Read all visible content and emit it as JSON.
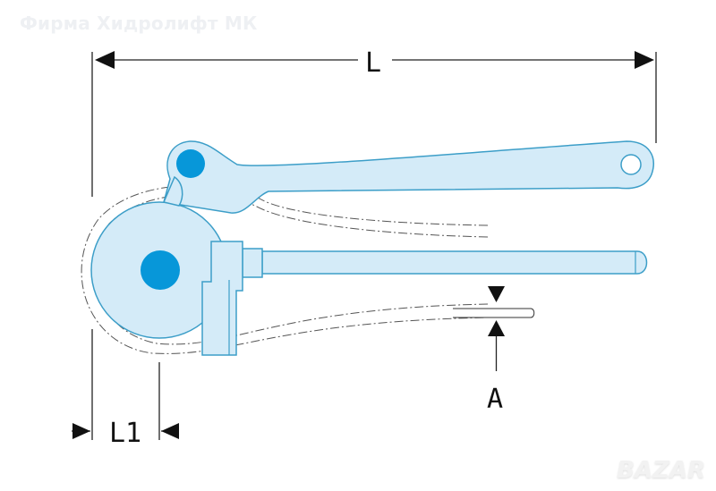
{
  "watermark": "Фирма Хидролифт МК",
  "logo": "BAZAR",
  "dimensions": {
    "length": "L",
    "offset": "L1",
    "tube_diameter": "A"
  },
  "colors": {
    "part_fill": "#d4ebf8",
    "part_stroke": "#3c9ec8",
    "pivot": "#0797d9"
  }
}
